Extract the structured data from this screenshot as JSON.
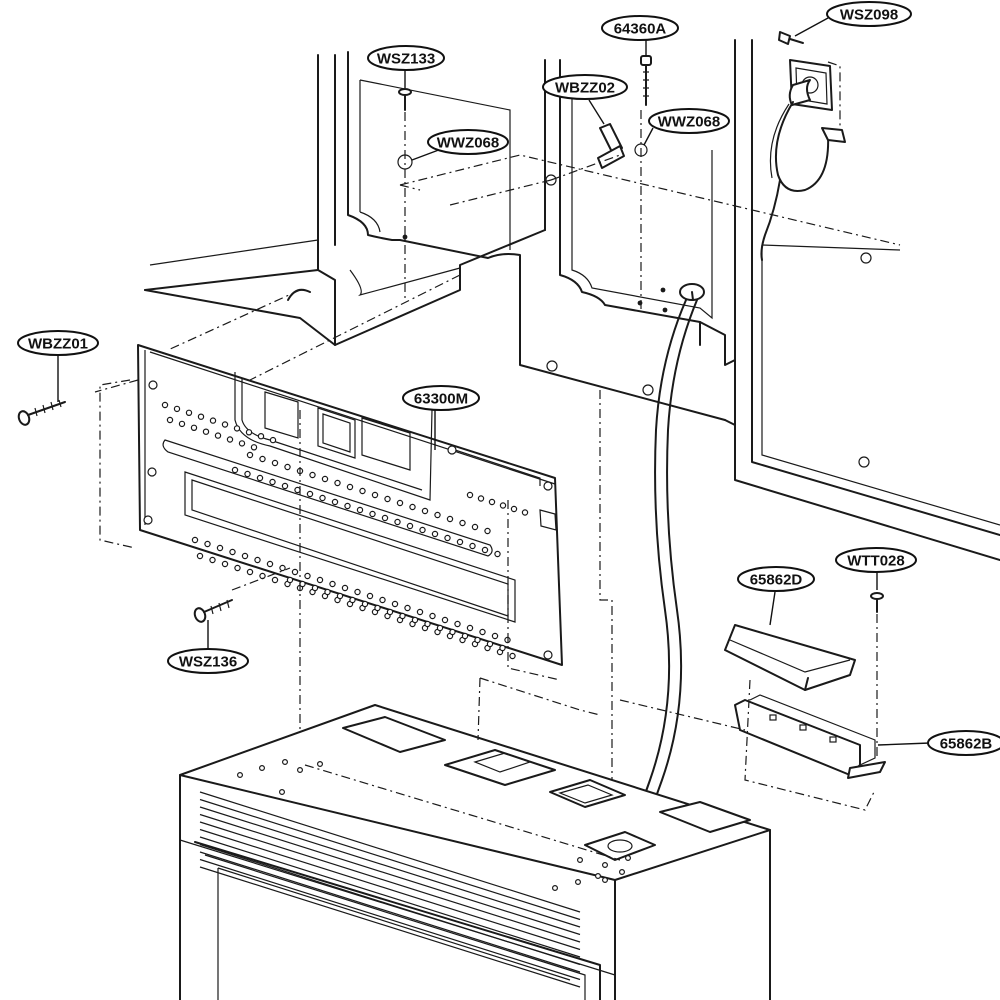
{
  "callouts": {
    "wsz098": "WSZ098",
    "c64360a": "64360A",
    "wsz133": "WSZ133",
    "wbzz02": "WBZZ02",
    "wwz068_right": "WWZ068",
    "wwz068_left": "WWZ068",
    "wbzz01": "WBZZ01",
    "c63300m": "63300M",
    "wtt028": "WTT028",
    "c65862d": "65862D",
    "c65862b": "65862B",
    "wsz136": "WSZ136"
  }
}
